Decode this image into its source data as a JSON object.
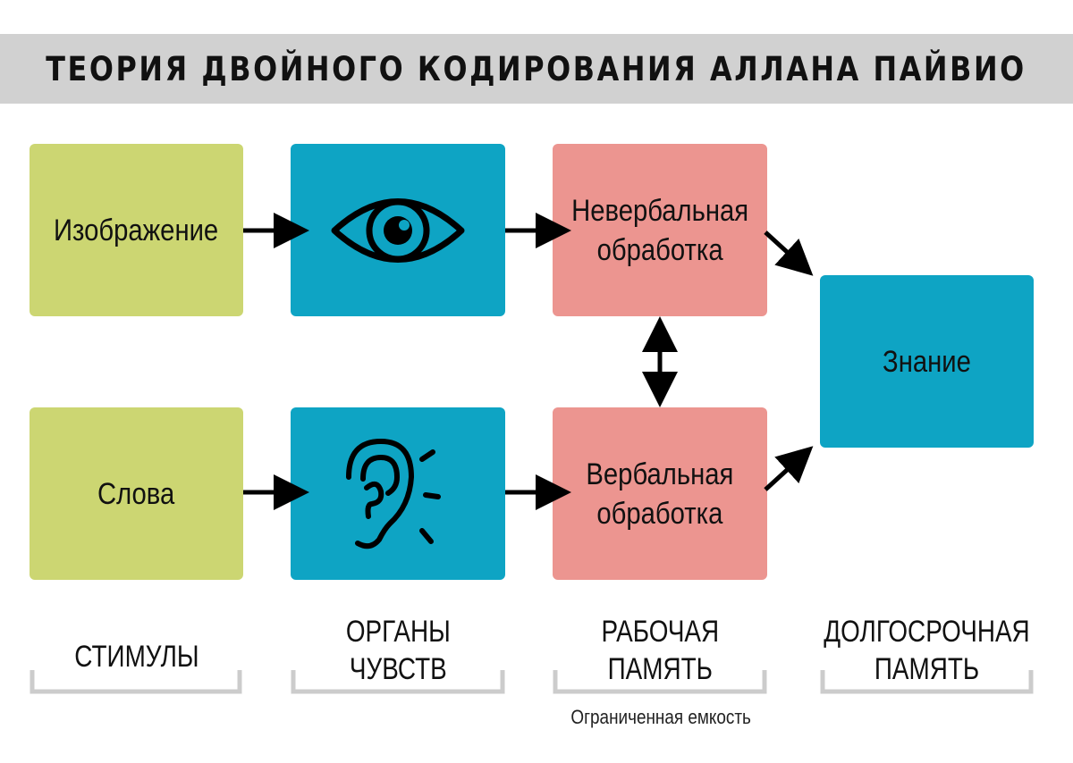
{
  "title": "ТЕОРИЯ ДВОЙНОГО КОДИРОВАНИЯ АЛЛАНА ПАЙВИО",
  "boxes": {
    "image": "Изображение",
    "words": "Слова",
    "nonverbal": "Невербальная\nобработка",
    "verbal": "Вербальная\nобработка",
    "knowledge": "Знание"
  },
  "icons": {
    "eye": "eye-icon",
    "ear": "ear-icon"
  },
  "columns": {
    "stimuli": "СТИМУЛЫ",
    "senses": "ОРГАНЫ\nЧУВСТВ",
    "working_memory": "РАБОЧАЯ\nПАМЯТЬ",
    "long_term": "ДОЛГОСРОЧНАЯ\nПАМЯТЬ"
  },
  "note": "Ограниченная емкость",
  "colors": {
    "stimulus": "#ccd672",
    "sense": "#0ea4c4",
    "working": "#ec9590",
    "knowledge": "#0ea4c4",
    "title_bg": "#d1d1d1",
    "bracket": "#cccccc"
  }
}
